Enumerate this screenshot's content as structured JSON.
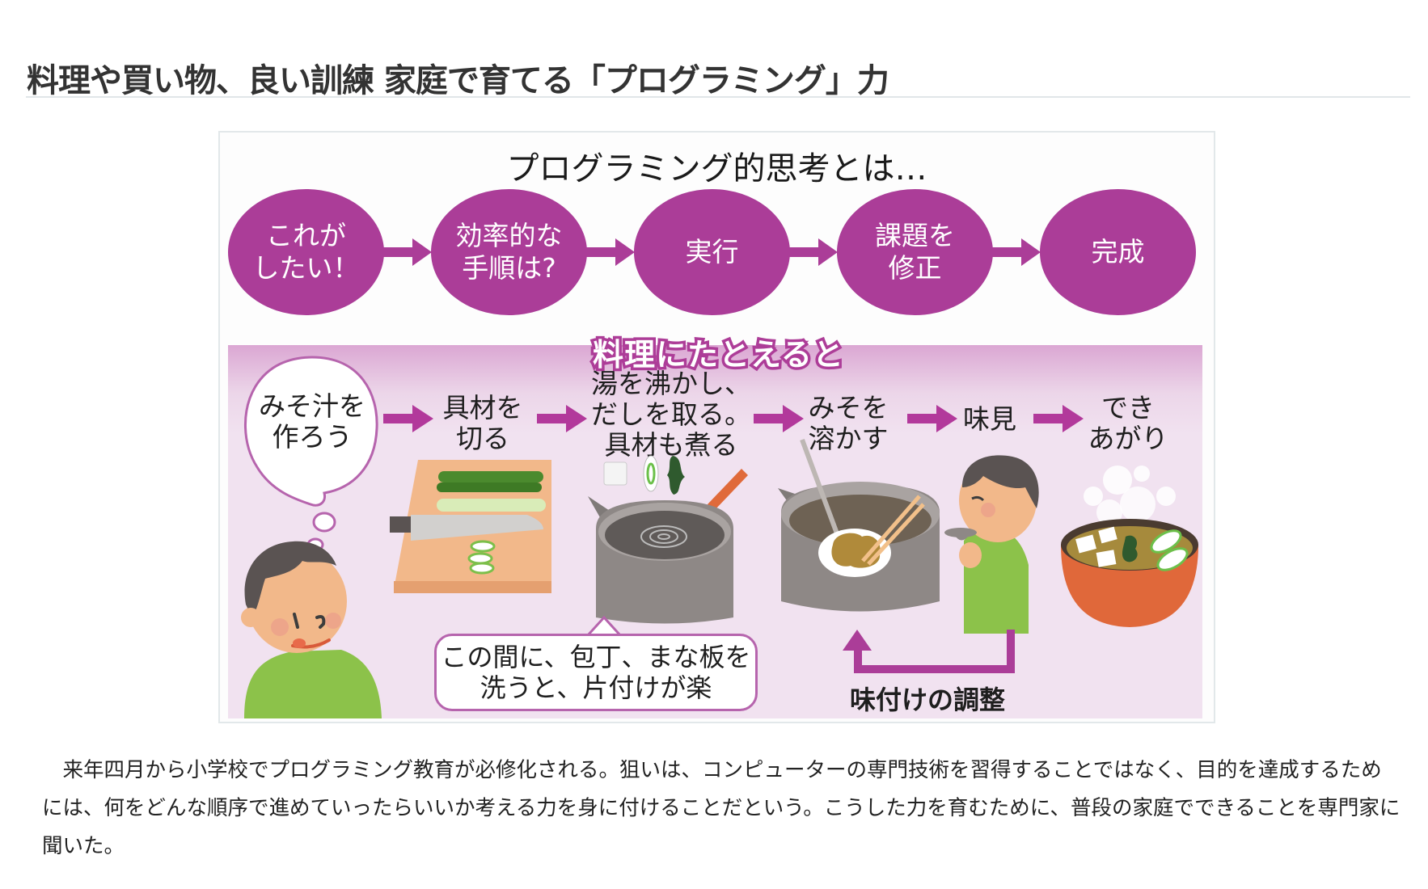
{
  "article": {
    "title": "料理や買い物、良い訓練 家庭で育てる「プログラミング」力",
    "body": "　来年四月から小学校でプログラミング教育が必修化される。狙いは、コンピューターの専門技術を習得することではなく、目的を達成するためには、何をどんな順序で進めていったらいいか考える力を身に付けることだという。こうした力を育むために、普段の家庭でできることを専門家に聞いた。"
  },
  "figure": {
    "title": "プログラミング的思考とは…",
    "flow": [
      {
        "label": "これが\nしたい！"
      },
      {
        "label": "効率的な\n手順は?"
      },
      {
        "label": "実行"
      },
      {
        "label": "課題を\n修正"
      },
      {
        "label": "完成"
      }
    ],
    "cooking_label": "料理にたとえると",
    "cooking_steps": [
      {
        "label": "みそ汁を\n作ろう",
        "icon": "thought-bubble"
      },
      {
        "label": "具材を\n切る",
        "icon": "cutting-board-knife"
      },
      {
        "label": "湯を沸かし、\nだしを取る。\n具材も煮る",
        "icon": "pot-boiling"
      },
      {
        "label": "みそを\n溶かす",
        "icon": "pot-ladle-miso"
      },
      {
        "label": "味見",
        "icon": "boy-tasting"
      },
      {
        "label": "でき\nあがり",
        "icon": "miso-soup-bowl"
      }
    ],
    "tip_callout": "この間に、包丁、まな板を\n洗うと、片付けが楽",
    "feedback_label": "味付けの調整",
    "colors": {
      "accent": "#ab3d98",
      "band": "#f1e2f0",
      "skin": "#f2b88a",
      "shirt": "#8cc24a",
      "hair": "#5a5352",
      "bowl": "#e0683a"
    }
  }
}
